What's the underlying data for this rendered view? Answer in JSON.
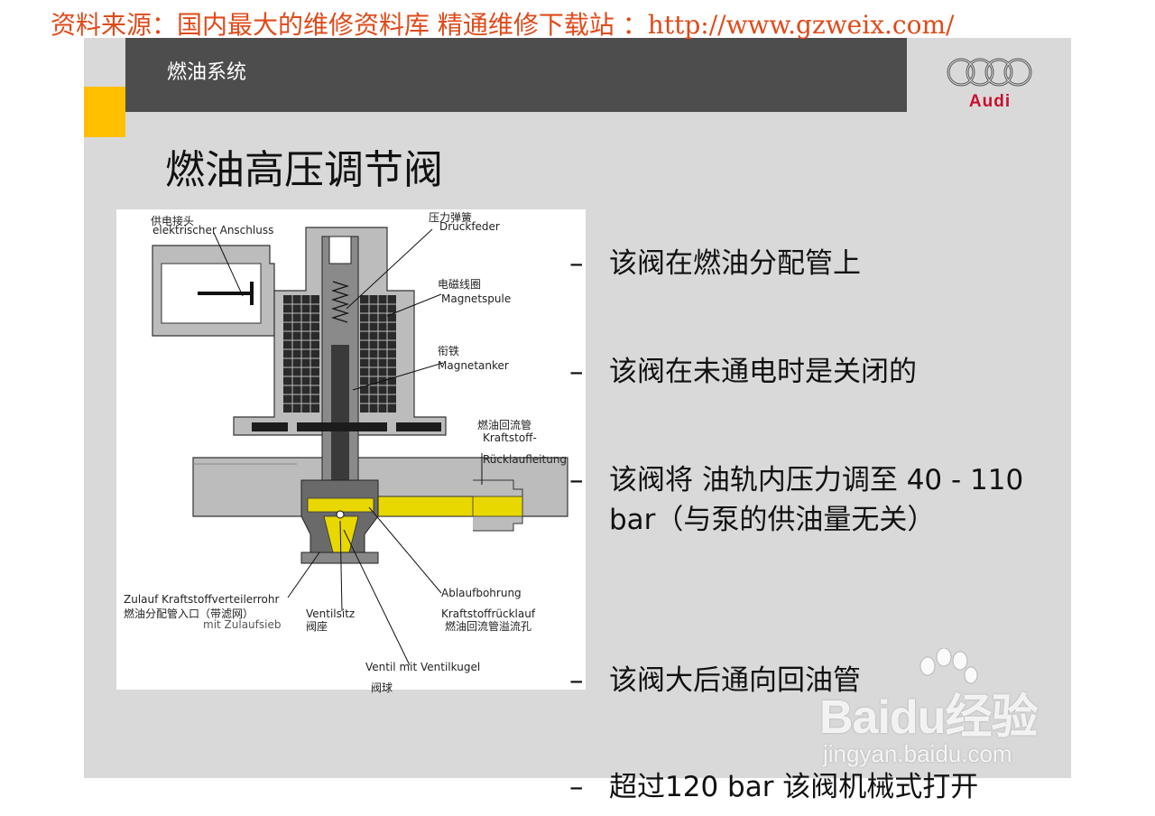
{
  "source_banner": "资料来源：国内最大的维修资料库 精通维修下载站 ：http://www.gzweix.com/",
  "header": {
    "section_title": "燃油系统",
    "brand_text": "Audi"
  },
  "slide_title": "燃油高压调节阀",
  "diagram": {
    "labels": {
      "connector_cn": "供电接头",
      "connector_de": "elektrischer Anschluss",
      "spring_cn": "压力弹簧",
      "spring_de": "Druckfeder",
      "coil_cn": "电磁线圈",
      "coil_de": "Magnetspule",
      "armature_cn": "衔铁",
      "armature_de": "Magnetanker",
      "return_cn": "燃油回流管",
      "return_de_1": "Kraftstoff-",
      "return_de_2": "Rücklaufleitung",
      "inlet_de": "Zulauf Kraftstoffverteilerrohr",
      "inlet_cn": "燃油分配管入口（带滤网）",
      "inlet_de_2": "mit Zulaufsieb",
      "seat_de": "Ventilsitz",
      "seat_cn": "阀座",
      "drain_de": "Ablaufbohrung",
      "overflow_de": "Kraftstoffrücklauf",
      "overflow_cn": "燃油回流管溢流孔",
      "ball_de": "Ventil mit Ventilkugel",
      "ball_cn": "阀球"
    }
  },
  "bullets": [
    "该阀在燃油分配管上",
    "该阀在未通电时是关闭的",
    "该阀将 油轨内压力调至 40 - 110 bar（与泵的供油量无关）",
    "该阀大后通向回油管",
    "超过120 bar 该阀机械式打开"
  ],
  "bullet_marker": "–",
  "watermark": {
    "logo": "Baidu经验",
    "url": "jingyan.baidu.com"
  },
  "colors": {
    "accent_yellow": "#ffc000",
    "header_gray": "#4d4d4d",
    "slide_bg": "#d9d9d9",
    "banner_red": "#e04a1a",
    "audi_red": "#c8102e",
    "fuel_yellow": "#e8d800"
  }
}
